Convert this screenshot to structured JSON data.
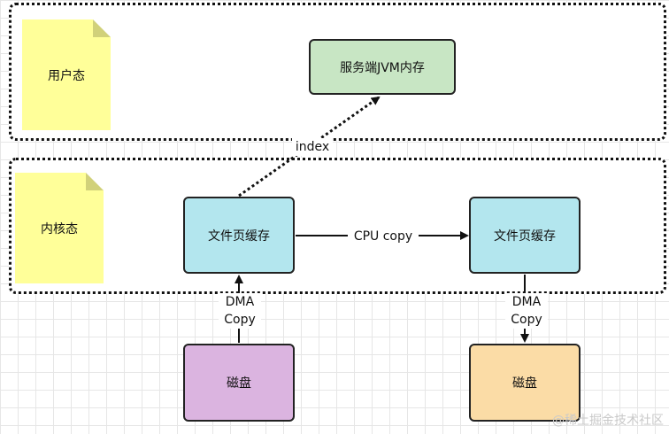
{
  "zones": {
    "user": {
      "label": "用户态"
    },
    "kernel": {
      "label": "内核态"
    }
  },
  "nodes": {
    "jvm_memory": "服务端JVM内存",
    "page_cache_left": "文件页缓存",
    "page_cache_right": "文件页缓存",
    "disk_left": "磁盘",
    "disk_right": "磁盘"
  },
  "edges": {
    "index": "index",
    "cpu_copy": "CPU copy",
    "dma_copy_left": "DMA\nCopy",
    "dma_copy_right": "DMA\nCopy"
  },
  "colors": {
    "jvm_fill": "#c8e6c4",
    "cache_fill": "#b3e6ee",
    "disk_left_fill": "#dbb4e0",
    "disk_right_fill": "#fbdca6",
    "note_fill": "#ffff99"
  },
  "watermark": "@稀土掘金技术社区"
}
